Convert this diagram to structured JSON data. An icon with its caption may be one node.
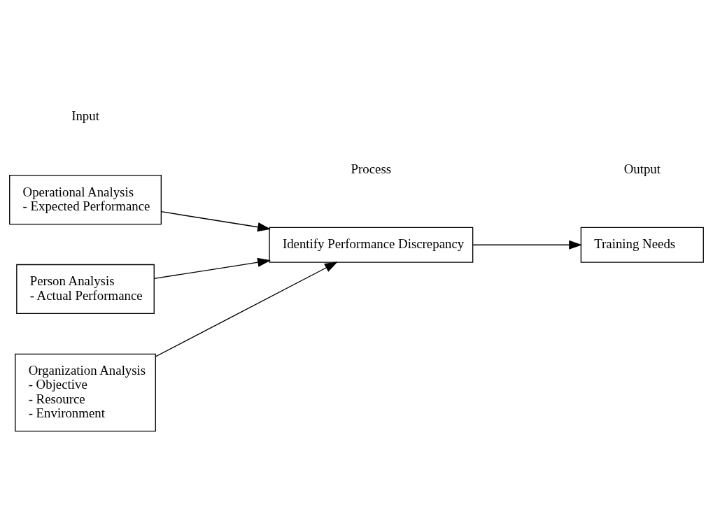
{
  "diagram": {
    "nodes": [
      {
        "text": [
          "Organization Analysis",
          "- Objective",
          "- Resource",
          "- Environment"
        ]
      },
      {
        "text": [
          "Operational Analysis",
          "- Expected Performance"
        ]
      },
      {
        "text": [
          "Person Analysis",
          "- Actual Performance"
        ]
      },
      {
        "text": [
          "Identify Performance Discrepancy"
        ]
      },
      {
        "text": [
          "Training Needs"
        ]
      }
    ],
    "edges": [
      {
        "from": 0,
        "to": 3,
        "arrow": "to"
      },
      {
        "from": 1,
        "to": 3,
        "arrow": "to"
      },
      {
        "from": 2,
        "to": 3,
        "arrow": "to"
      },
      {
        "from": 3,
        "to": 4,
        "arrow": "to"
      }
    ],
    "labels": [
      "Input",
      "Process",
      "Output"
    ]
  }
}
